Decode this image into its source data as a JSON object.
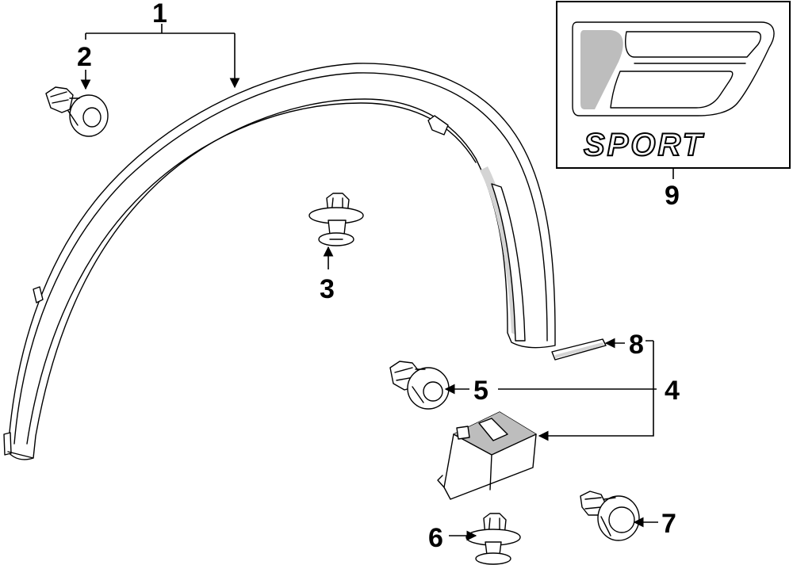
{
  "callouts": {
    "c1": "1",
    "c2": "2",
    "c3": "3",
    "c4": "4",
    "c5": "5",
    "c6": "6",
    "c7": "7",
    "c8": "8",
    "c9": "9"
  },
  "emblem": {
    "text": "SPORT"
  }
}
